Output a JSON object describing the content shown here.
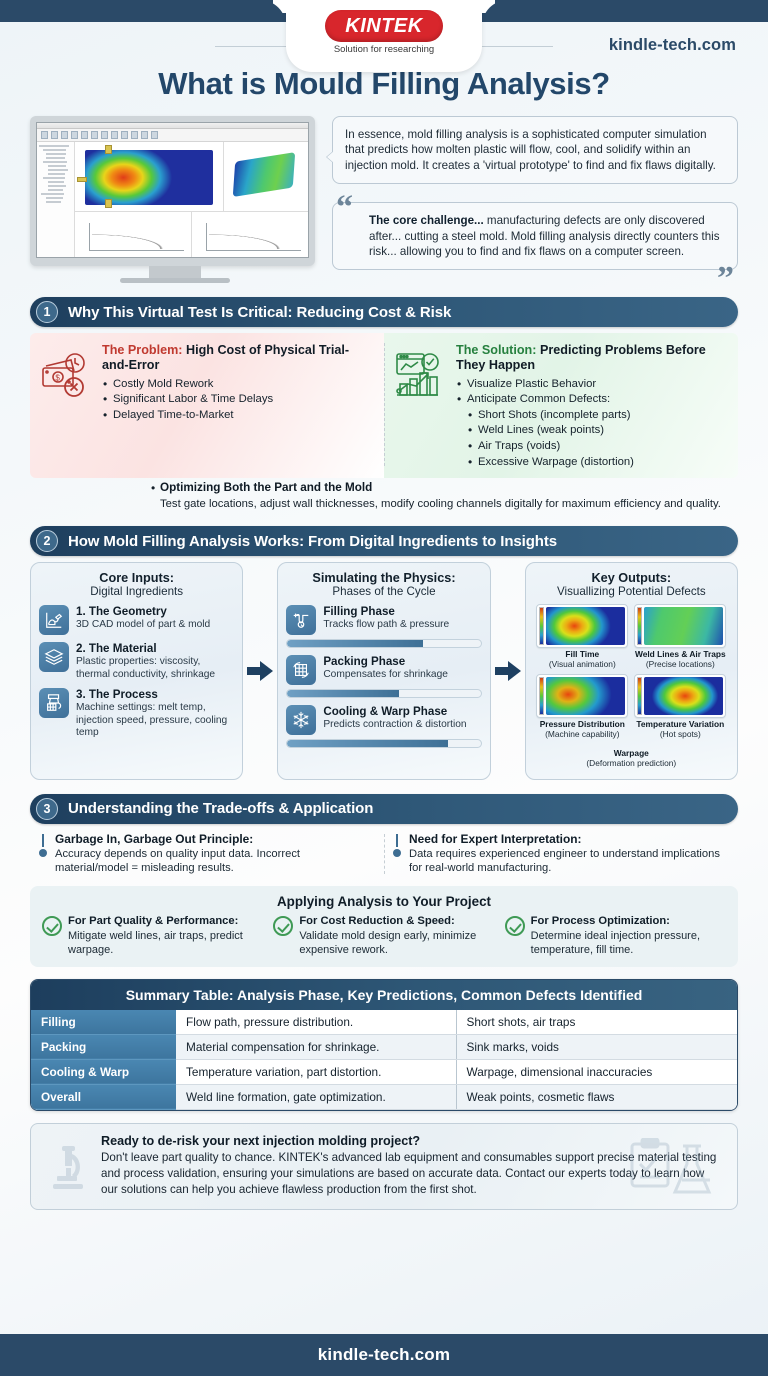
{
  "brand": {
    "logo_text": "KINTEK",
    "logo_tagline": "Solution for researching",
    "site_top": "kindle-tech.com",
    "site_footer": "kindle-tech.com",
    "logo_color": "#d8262c",
    "navy": "#2b4a68"
  },
  "title": "What is Mould Filling Analysis?",
  "hero": {
    "intro": "In essence, mold filling analysis is a sophisticated computer simulation that predicts how molten plastic will flow, cool, and solidify within an injection mold. It creates a 'virtual prototype' to find and fix flaws digitally.",
    "quote_lead": "The core challenge...",
    "quote_rest": " manufacturing defects are only discovered after... cutting a steel mold. Mold filling analysis directly counters this risk... allowing you to find and fix flaws on a computer screen.",
    "quote_open": "“",
    "quote_close": "”"
  },
  "section1": {
    "number": "1",
    "title": "Why This Virtual Test Is Critical: Reducing Cost & Risk",
    "problem": {
      "lead": "The Problem:",
      "heading": " High Cost of Physical Trial-and-Error",
      "items": [
        "Costly Mold Rework",
        "Significant Labor & Time Delays",
        "Delayed Time-to-Market"
      ],
      "accent": "#c0392f"
    },
    "solution": {
      "lead": "The Solution:",
      "heading": " Predicting Problems Before They Happen",
      "items": [
        "Visualize Plastic Behavior",
        "Anticipate Common Defects:"
      ],
      "subitems": [
        "Short Shots (incomplete parts)",
        "Weld Lines (weak points)",
        "Air Traps (voids)",
        "Excessive Warpage (distortion)"
      ],
      "accent": "#26803f"
    },
    "footer_bold": "Optimizing Both the Part and the Mold",
    "footer_text": "Test gate locations, adjust wall thicknesses, modify cooling channels digitally for maximum efficiency and quality."
  },
  "section2": {
    "number": "2",
    "title": "How Mold Filling Analysis Works: From Digital Ingredients to Insights",
    "col1": {
      "h1": "Core Inputs:",
      "h2": "Digital Ingredients",
      "items": [
        {
          "title": "1. The Geometry",
          "desc": "3D CAD model of part & mold",
          "icon": "cad-model-icon"
        },
        {
          "title": "2. The Material",
          "desc": "Plastic properties: viscosity, thermal conductivity, shrinkage",
          "icon": "layers-icon"
        },
        {
          "title": "3. The Process",
          "desc": "Machine settings: melt temp, injection speed, pressure, cooling temp",
          "icon": "injection-machine-icon"
        }
      ]
    },
    "col2": {
      "h1": "Simulating the Physics:",
      "h2": "Phases of the Cycle",
      "items": [
        {
          "title": "Filling Phase",
          "desc": "Tracks flow path & pressure",
          "progress": 70,
          "icon": "flow-pressure-icon"
        },
        {
          "title": "Packing Phase",
          "desc": "Compensates for shrinkage",
          "progress": 58,
          "icon": "packing-grid-icon"
        },
        {
          "title": "Cooling & Warp Phase",
          "desc": "Predicts contraction & distortion",
          "progress": 83,
          "icon": "snowflake-icon"
        }
      ]
    },
    "col3": {
      "h1": "Key Outputs:",
      "h2": "Visuallizing Potential Defects",
      "thumbs": [
        {
          "cap": "Fill Time",
          "sub": "(Visual animation)",
          "style": "ti-fill"
        },
        {
          "cap": "Weld Lines & Air Traps",
          "sub": "(Precise locations)",
          "style": "ti-weld"
        },
        {
          "cap": "Pressure Distribution",
          "sub": "(Machine capability)",
          "style": "ti-press"
        },
        {
          "cap": "Temperature Variation",
          "sub": "(Hot spots)",
          "style": "ti-temp"
        }
      ],
      "warp_cap": "Warpage",
      "warp_sub": "(Deformation prediction)"
    }
  },
  "section3": {
    "number": "3",
    "title": "Understanding the Trade-offs & Application",
    "left": {
      "heading": "Garbage In, Garbage Out Principle:",
      "desc": "Accuracy depends on quality input data. Incorrect material/model = misleading results."
    },
    "right": {
      "heading": "Need for Expert Interpretation:",
      "desc": "Data requires experienced engineer to understand implications for real-world manufacturing."
    },
    "apply_title": "Applying Analysis to Your Project",
    "apply": [
      {
        "heading": "For Part Quality & Performance:",
        "desc": "Mitigate weld lines, air traps, predict warpage."
      },
      {
        "heading": "For Cost Reduction & Speed:",
        "desc": "Validate mold design early, minimize expensive rework."
      },
      {
        "heading": "For Process Optimization:",
        "desc": "Determine ideal injection pressure, temperature, fill time."
      }
    ]
  },
  "table": {
    "title": "Summary Table: Analysis Phase, Key Predictions, Common Defects Identified",
    "rows": [
      {
        "phase": "Filling",
        "prediction": "Flow path, pressure distribution.",
        "defects": "Short shots, air traps"
      },
      {
        "phase": "Packing",
        "prediction": "Material compensation for shrinkage.",
        "defects": "Sink marks, voids"
      },
      {
        "phase": "Cooling & Warp",
        "prediction": "Temperature variation, part distortion.",
        "defects": "Warpage, dimensional inaccuracies"
      },
      {
        "phase": "Overall",
        "prediction": "Weld line formation, gate optimization.",
        "defects": "Weak points, cosmetic flaws"
      }
    ]
  },
  "cta": {
    "heading": "Ready to de-risk your next injection molding project?",
    "body": "Don't leave part quality to chance. KINTEK's advanced lab equipment and consumables support precise material testing and process validation, ensuring your simulations are based on accurate data. Contact our experts today to learn how our solutions can help you achieve flawless production from the first shot."
  }
}
